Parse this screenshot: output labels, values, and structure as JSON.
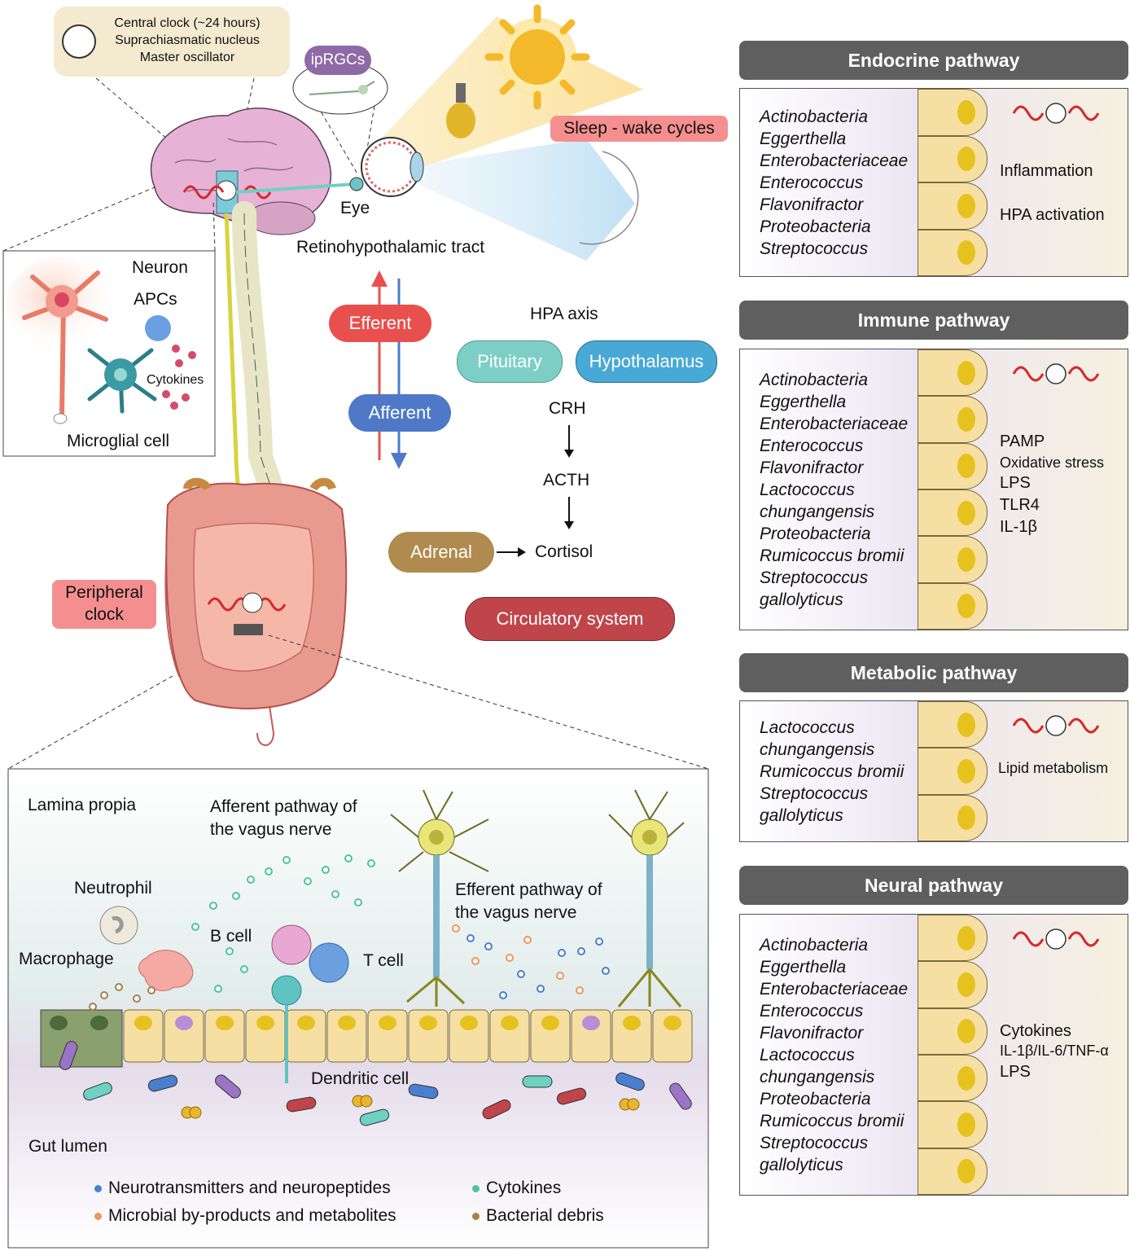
{
  "central_clock": {
    "line1": "Central clock (~24 hours)",
    "line2": "Suprachiasmatic nucleus",
    "line3": "Master oscillator"
  },
  "labels": {
    "iprgcs": "ipRGCs",
    "sleep_wake": "Sleep - wake cycles",
    "eye": "Eye",
    "retinohypothalamic": "Retinohypothalamic tract",
    "neuron": "Neuron",
    "apcs": "APCs",
    "cytokines_small": "Cytokines",
    "microglial": "Microglial cell",
    "efferent": "Efferent",
    "afferent": "Afferent",
    "hpa_axis": "HPA axis",
    "pituitary": "Pituitary",
    "hypothalamus": "Hypothalamus",
    "crh": "CRH",
    "acth": "ACTH",
    "adrenal": "Adrenal",
    "cortisol": "Cortisol",
    "circulatory": "Circulatory system",
    "peripheral_clock_1": "Peripheral",
    "peripheral_clock_2": "clock"
  },
  "gut_panel": {
    "lamina_propia": "Lamina propia",
    "afferent_vagus_1": "Afferent pathway of",
    "afferent_vagus_2": "the vagus nerve",
    "efferent_vagus_1": "Efferent pathway of",
    "efferent_vagus_2": "the vagus nerve",
    "neutrophil": "Neutrophil",
    "macrophage": "Macrophage",
    "b_cell": "B cell",
    "t_cell": "T cell",
    "dendritic_cell": "Dendritic cell",
    "gut_lumen": "Gut lumen",
    "legend": [
      {
        "label": "Neurotransmitters and neuropeptides",
        "color": "#4a7fd0"
      },
      {
        "label": "Cytokines",
        "color": "#4fc49a"
      },
      {
        "label": "Microbial by-products and metabolites",
        "color": "#f0955a"
      },
      {
        "label": "Bacterial debris",
        "color": "#a6814a"
      }
    ]
  },
  "pathways": [
    {
      "title": "Endocrine pathway",
      "bacteria": [
        "Actinobacteria",
        "Eggerthella",
        "Enterobacteriaceae",
        "Enterococcus",
        "Flavonifractor",
        "Proteobacteria",
        "Streptococcus"
      ],
      "effects": [
        "Inflammation",
        "HPA activation"
      ]
    },
    {
      "title": "Immune pathway",
      "bacteria": [
        "Actinobacteria",
        "Eggerthella",
        "Enterobacteriaceae",
        "Enterococcus",
        "Flavonifractor",
        "Lactococcus",
        "chungangensis",
        "Proteobacteria",
        "Rumicoccus bromii",
        "Streptococcus",
        "gallolyticus"
      ],
      "effects": [
        "PAMP",
        "Oxidative stress",
        "LPS",
        "TLR4",
        "IL-1β"
      ]
    },
    {
      "title": "Metabolic pathway",
      "bacteria": [
        "Lactococcus",
        "chungangensis",
        "Rumicoccus bromii",
        "Streptococcus",
        "gallolyticus"
      ],
      "effects": [
        "Lipid metabolism"
      ]
    },
    {
      "title": "Neural pathway",
      "bacteria": [
        "Actinobacteria",
        "Eggerthella",
        "Enterobacteriaceae",
        "Enterococcus",
        "Flavonifractor",
        "Lactococcus",
        "chungangensis",
        "Proteobacteria",
        "Rumicoccus bromii",
        "Streptococcus",
        "gallolyticus"
      ],
      "effects": [
        "Cytokines",
        "IL-1β/IL-6/TNF-α",
        "LPS"
      ]
    }
  ],
  "colors": {
    "efferent": "#e8504e",
    "afferent": "#4f79c8",
    "pituitary": "#7dcfc6",
    "hypothalamus": "#48a9d6",
    "adrenal": "#b08a4e",
    "circulatory": "#c0454a",
    "panel_header": "#5f5f5f"
  }
}
